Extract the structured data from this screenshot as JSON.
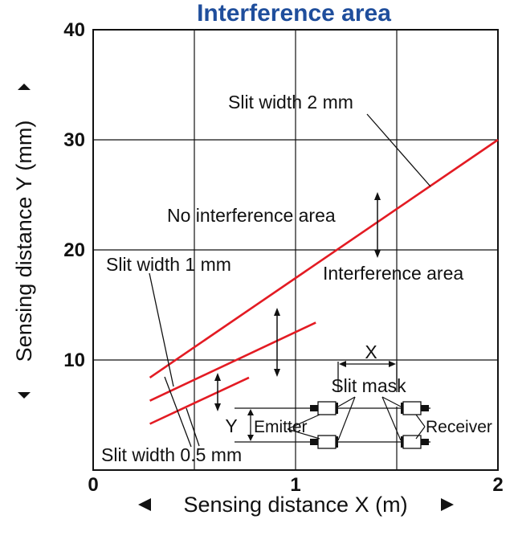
{
  "chart_data": {
    "type": "line",
    "title": "Interference area",
    "xlabel": "Sensing distance X (m)",
    "ylabel": "Sensing distance Y (mm)",
    "xlim": [
      0,
      2
    ],
    "ylim": [
      0,
      40
    ],
    "x_ticks": [
      "0",
      "1",
      "2"
    ],
    "y_ticks": [
      "10",
      "20",
      "30",
      "40"
    ],
    "grid": true,
    "series": [
      {
        "name": "Slit width 2 mm",
        "color": "#e31b23",
        "points": [
          [
            0.28,
            8.4
          ],
          [
            2.0,
            30.0
          ]
        ]
      },
      {
        "name": "Slit width 1 mm",
        "color": "#e31b23",
        "points": [
          [
            0.28,
            6.3
          ],
          [
            1.1,
            13.4
          ]
        ]
      },
      {
        "name": "Slit width 0.5 mm",
        "color": "#e31b23",
        "points": [
          [
            0.28,
            4.2
          ],
          [
            0.77,
            8.4
          ]
        ]
      }
    ],
    "annotations": {
      "no_interference": "No interference area",
      "interference": "Interference area",
      "inset_x": "X",
      "inset_y": "Y",
      "slit_mask": "Slit mask",
      "emitter": "Emitter",
      "receiver": "Receiver"
    }
  }
}
